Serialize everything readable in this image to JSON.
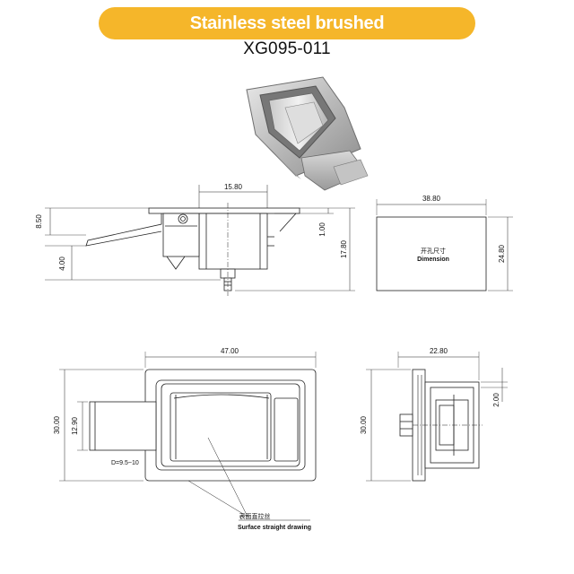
{
  "header": {
    "title": "Stainless steel brushed",
    "model": "XG095-011"
  },
  "dimensions": {
    "side_width": "15.80",
    "side_left_height": "8.50",
    "side_bottom": "4.00",
    "side_right_small": "1.00",
    "side_right_height": "17.80",
    "cutout_width": "38.80",
    "cutout_height": "24.80",
    "front_width": "47.00",
    "front_height": "30.00",
    "front_handle_height": "12.90",
    "right_width": "22.80",
    "right_small": "2.00",
    "right_height": "30.00"
  },
  "labels": {
    "cutout_cn": "开孔尺寸",
    "cutout_en": "Dimension",
    "hole_note": "D=9.5~10",
    "surface_cn": "表面直拉丝",
    "surface_en": "Surface straight drawing"
  },
  "colors": {
    "banner": "#f5b62a",
    "line": "#222222"
  }
}
